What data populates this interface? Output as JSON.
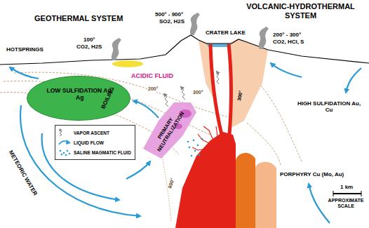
{
  "diagram": {
    "nodes": [
      {
        "text": [
          "LOW SULFIDATION Au, Ag",
          "BOILING"
        ]
      },
      {
        "text": [
          "PRIMARY NEUTRALIZATION"
        ]
      }
    ],
    "labels": [
      "GEOTHERMAL SYSTEM",
      "VOLCANIC-HYDROTHERMAL SYSTEM",
      "HOTSPRINGS",
      "100°",
      "CO2, H2S",
      "500° - 900°",
      "SO2, H2S",
      "CRATER LAKE",
      "200° - 300°",
      "CO2, HCl, S",
      "ACIDIC FLUID",
      "200°",
      "300°",
      "600°",
      "300°",
      "HIGH SULFIDATION Au, Cu",
      "PORPHYRY Cu (Mo, Au)",
      "METEORIC WATER",
      "1 km",
      "APPROXIMATE SCALE"
    ],
    "legend": [
      {
        "text": "VAPOR ASCENT"
      },
      {
        "text": "LIQUID FLOW"
      },
      {
        "text": "SALINE MAGMATIC FLUID"
      }
    ]
  }
}
